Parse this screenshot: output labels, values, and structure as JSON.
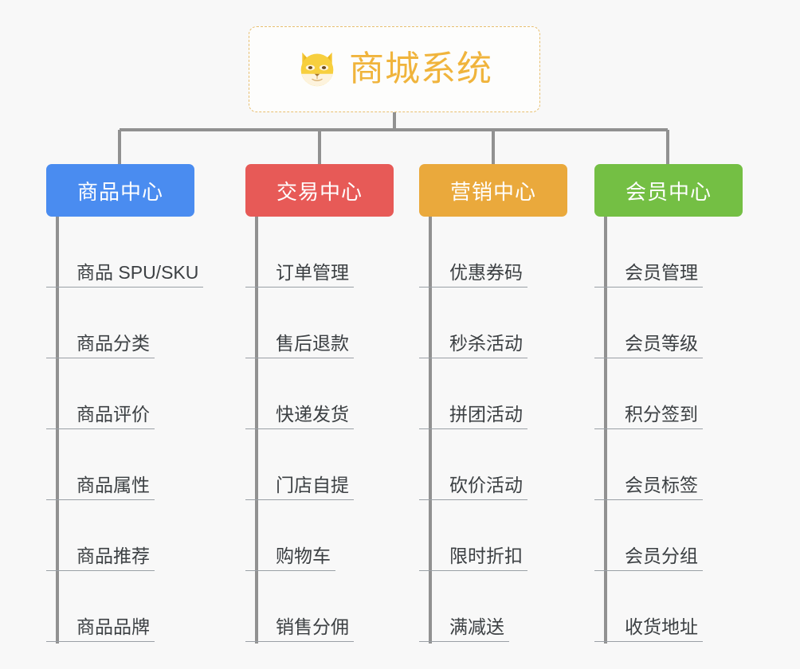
{
  "page": {
    "background_color": "#f8f8f8",
    "type": "org-chart-mindmap"
  },
  "root": {
    "title": "商城系统",
    "icon": "shiba-dog-face-icon",
    "border_color": "#e8bf70",
    "text_color": "#f0b43c"
  },
  "columns": [
    {
      "title": "商品中心",
      "color": "#4a8cf0",
      "items": [
        "商品 SPU/SKU",
        "商品分类",
        "商品评价",
        "商品属性",
        "商品推荐",
        "商品品牌"
      ]
    },
    {
      "title": "交易中心",
      "color": "#e75a57",
      "items": [
        "订单管理",
        "售后退款",
        "快递发货",
        "门店自提",
        "购物车",
        "销售分佣"
      ]
    },
    {
      "title": "营销中心",
      "color": "#eaa93c",
      "items": [
        "优惠券码",
        "秒杀活动",
        "拼团活动",
        "砍价活动",
        "限时折扣",
        "满减送"
      ]
    },
    {
      "title": "会员中心",
      "color": "#74bf44",
      "items": [
        "会员管理",
        "会员等级",
        "积分签到",
        "会员标签",
        "会员分组",
        "收货地址"
      ]
    }
  ],
  "connector": {
    "color": "#919191"
  }
}
